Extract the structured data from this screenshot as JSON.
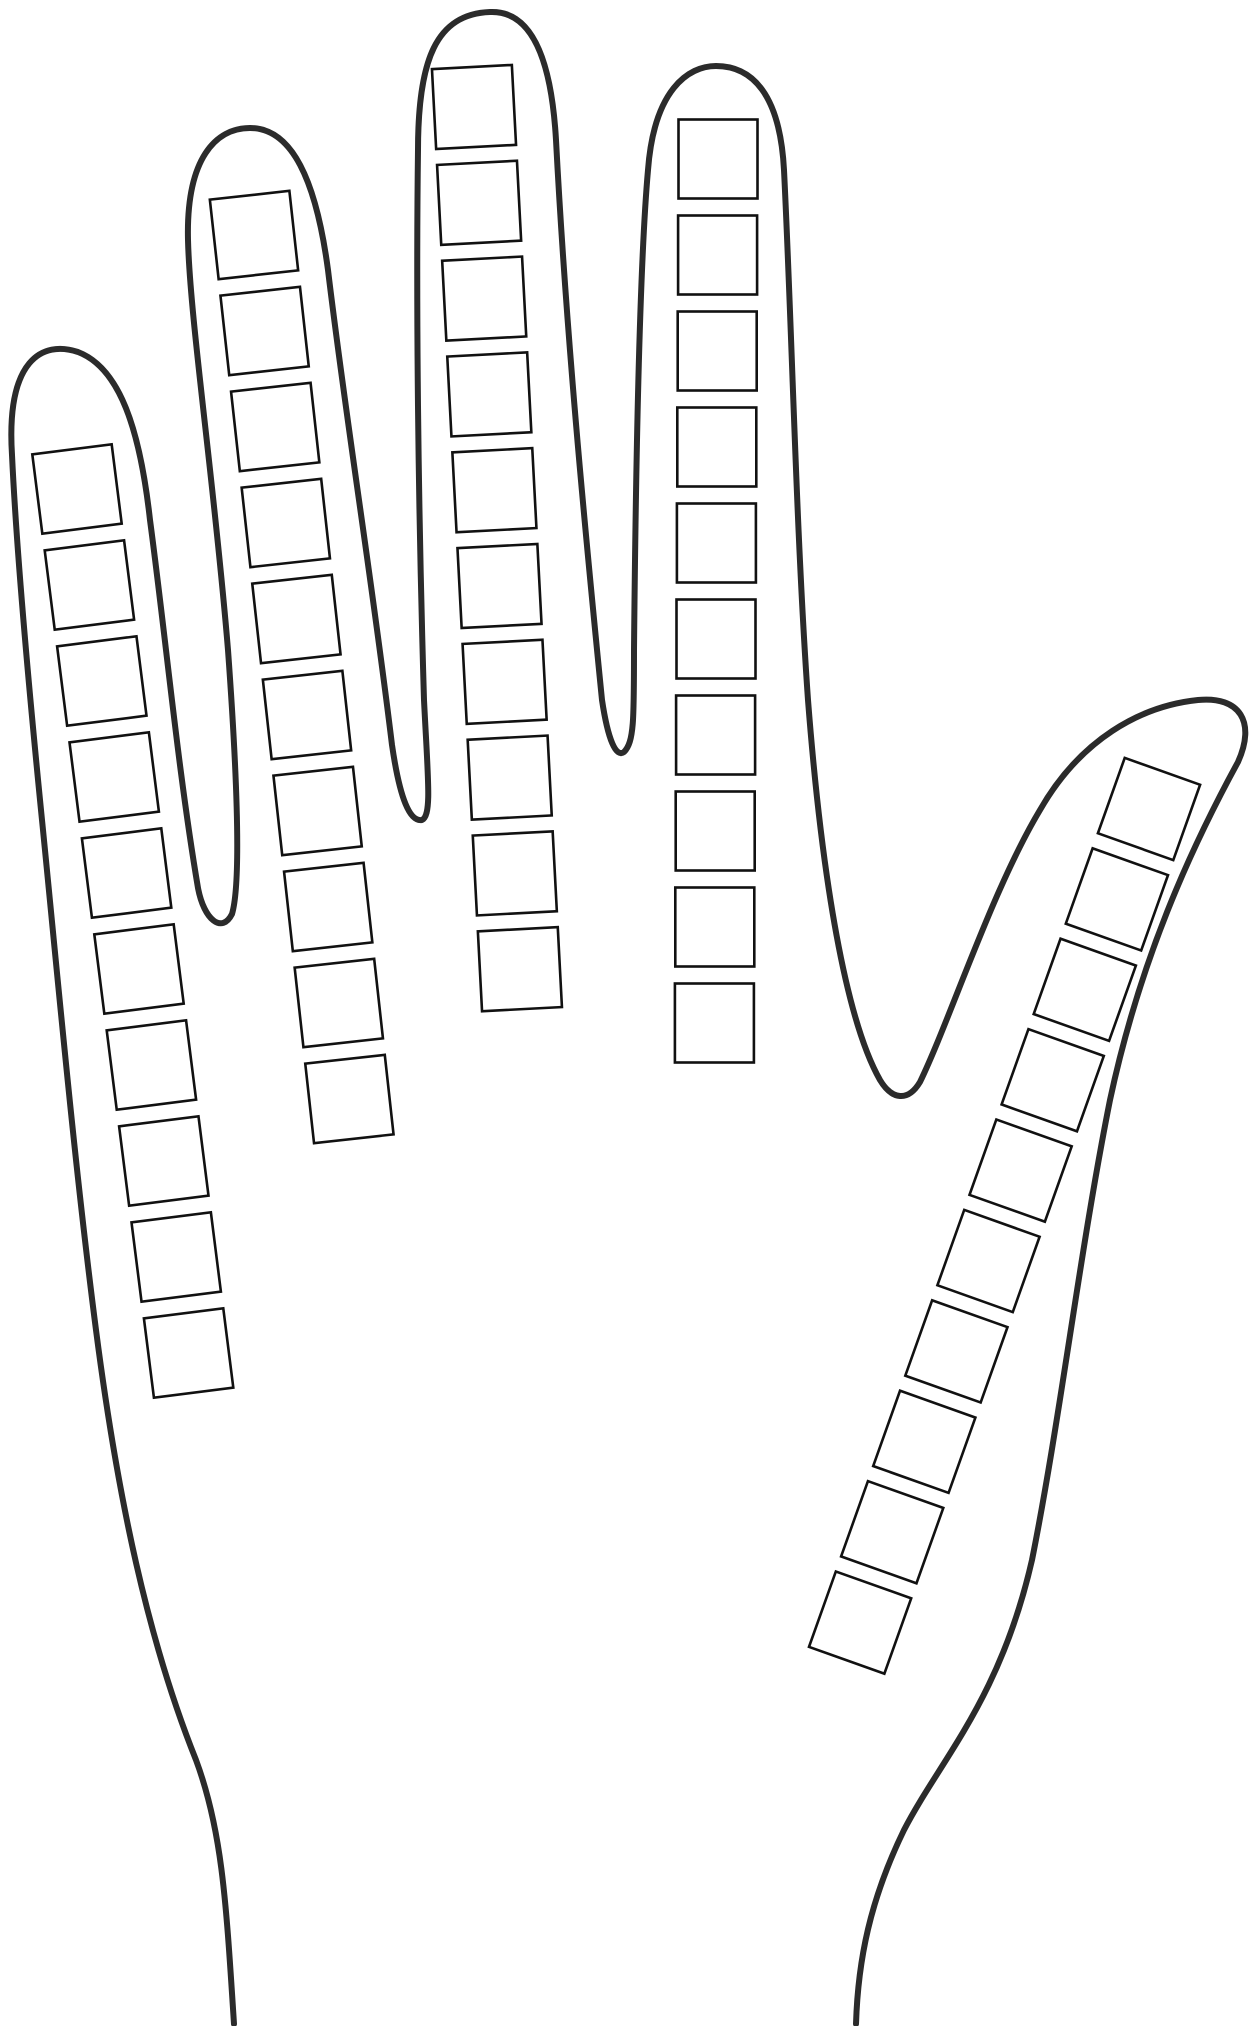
{
  "diagram": {
    "fingers": [
      {
        "name": "little-finger",
        "box_count": 10
      },
      {
        "name": "ring-finger",
        "box_count": 10
      },
      {
        "name": "middle-finger",
        "box_count": 10
      },
      {
        "name": "index-finger",
        "box_count": 10
      },
      {
        "name": "thumb",
        "box_count": 10
      }
    ],
    "colors": {
      "outline": "#2b2b2b",
      "box_border": "#111111",
      "background": "#ffffff"
    }
  }
}
